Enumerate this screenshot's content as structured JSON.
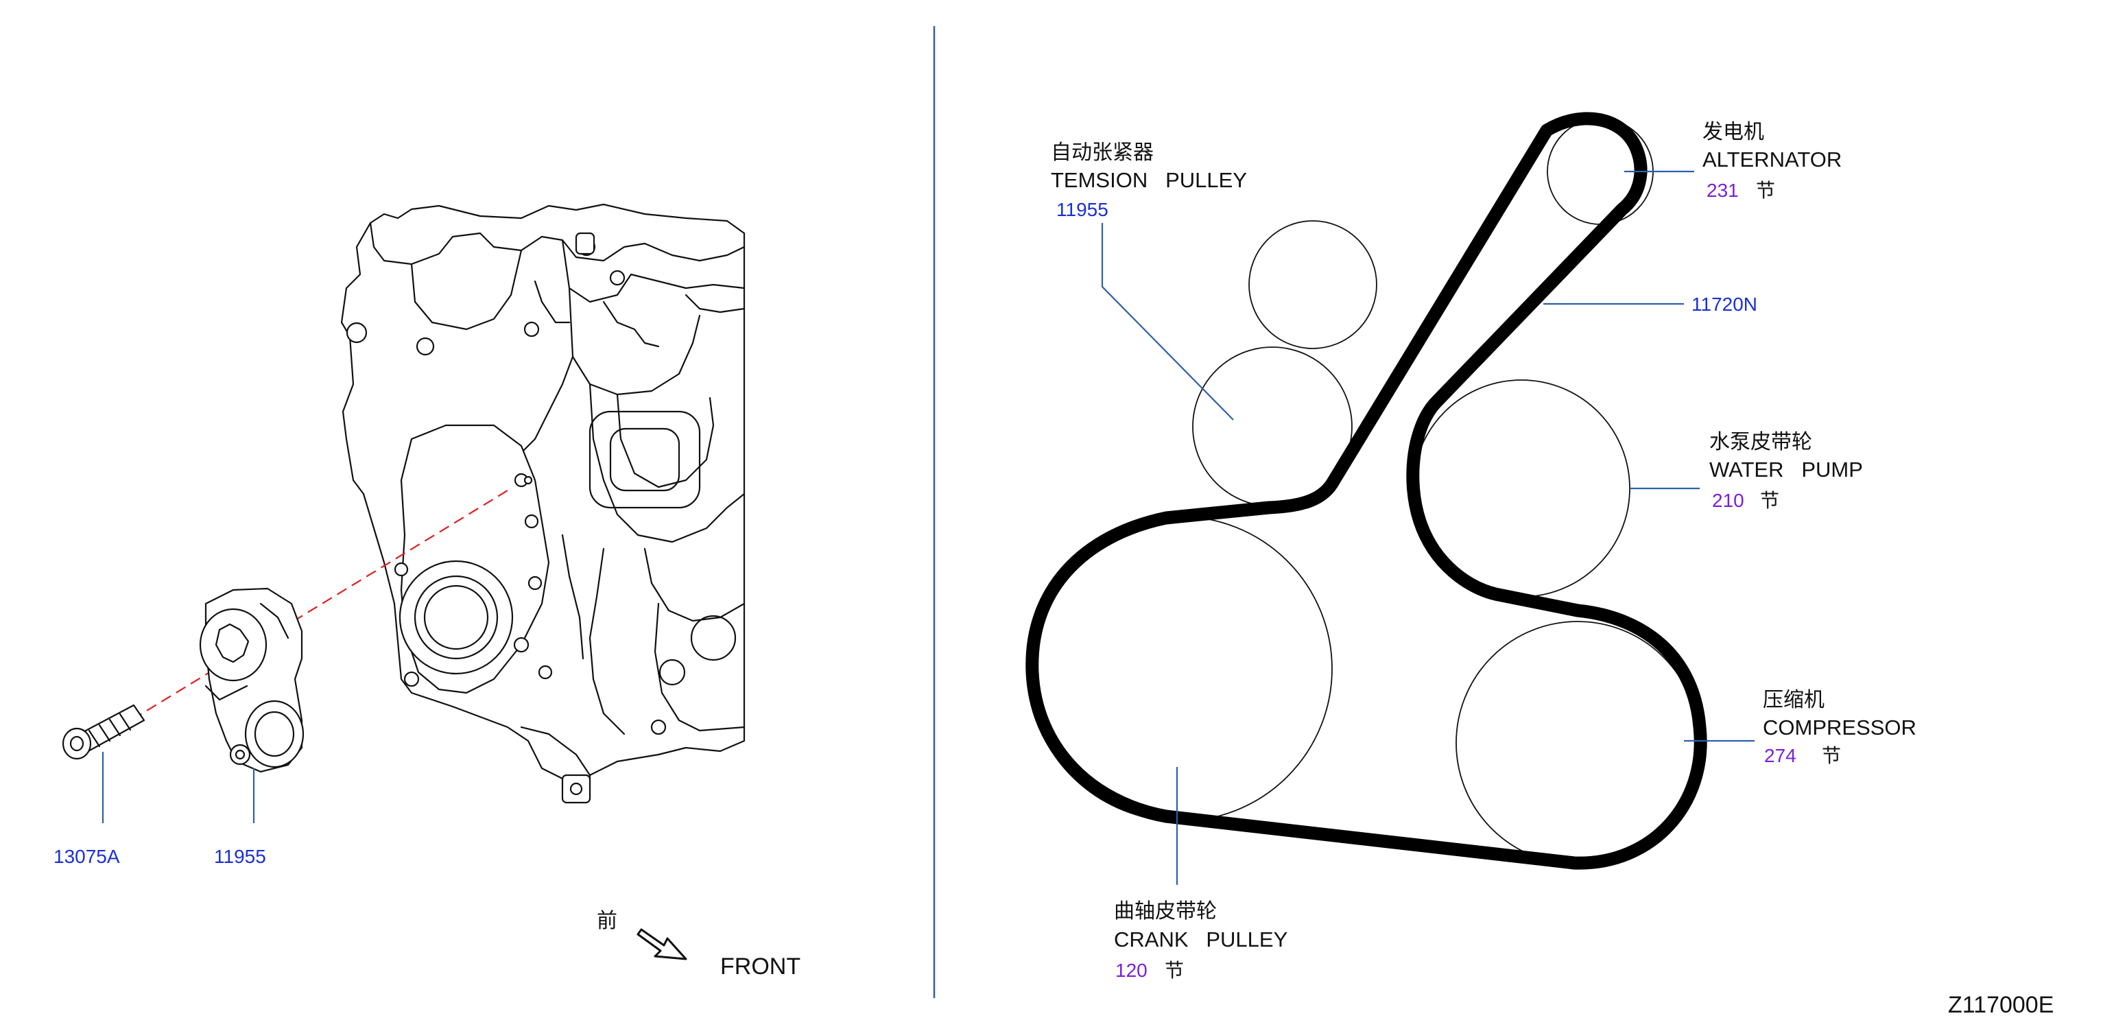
{
  "colors": {
    "part_number": "#1a2fd6",
    "count": "#7a1fd9",
    "leader": "#2e5fa8",
    "divider": "#2e5fa8",
    "dash": "#e02020"
  },
  "left_panel": {
    "bolt_part": "13075A",
    "tensioner_part": "11955",
    "front_cn": "前",
    "front_en": "FRONT"
  },
  "right_panel": {
    "tension_pulley": {
      "cn": "自动张紧器",
      "en": "TEMSION   PULLEY",
      "part": "11955"
    },
    "alternator": {
      "cn": "发电机",
      "en": "ALTERNATOR",
      "count": "231",
      "unit": "节"
    },
    "belt": {
      "part": "11720N"
    },
    "water_pump": {
      "cn": "水泵皮带轮",
      "en": "WATER   PUMP",
      "count": "210",
      "unit": "节"
    },
    "compressor": {
      "cn": "压缩机",
      "en": "COMPRESSOR",
      "count": "274",
      "unit": "节"
    },
    "crank_pulley": {
      "cn": "曲轴皮带轮",
      "en": "CRANK   PULLEY",
      "count": "120",
      "unit": "节"
    }
  },
  "diagram_code": "Z117000E"
}
